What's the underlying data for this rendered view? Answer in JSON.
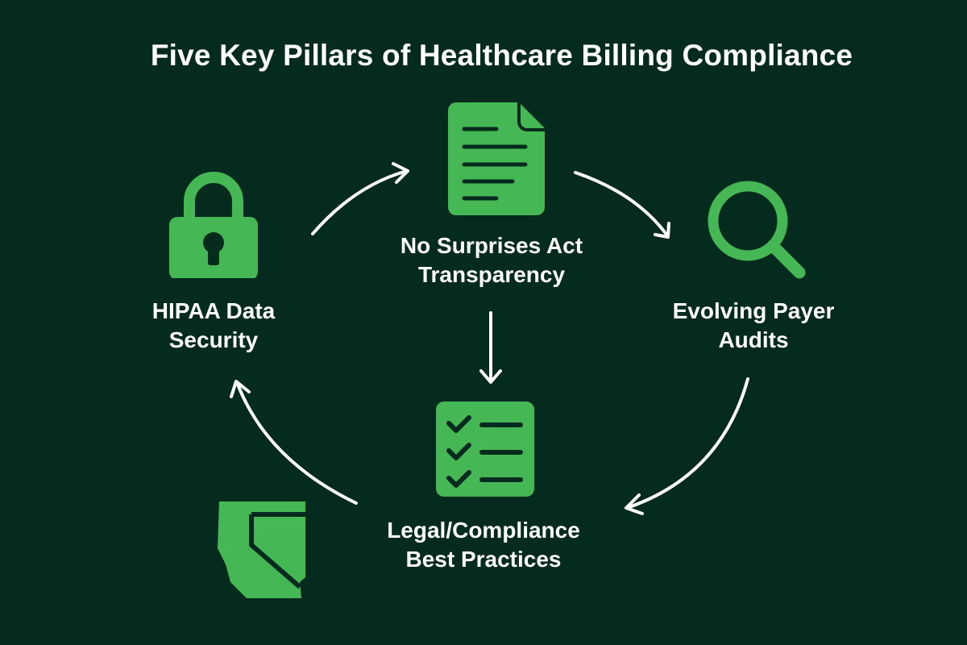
{
  "title": "Five Key Pillars of Healthcare Billing Compliance",
  "colors": {
    "background": "#042b1e",
    "icon_green": "#45b754",
    "text": "#ffffff",
    "arrows": "#ffffff"
  },
  "pillars": [
    {
      "id": "hipaa",
      "icon": "padlock-icon",
      "line1": "HIPAA Data",
      "line2": "Security"
    },
    {
      "id": "nsa",
      "icon": "document-icon",
      "line1": "No Surprises Act",
      "line2": "Transparency"
    },
    {
      "id": "audits",
      "icon": "magnifier-icon",
      "line1": "Evolving Payer",
      "line2": "Audits"
    },
    {
      "id": "legal",
      "icon": "checklist-icon",
      "line1": "Legal/Compliance",
      "line2": "Best Practices"
    }
  ],
  "extra_icon": "state-map-icon",
  "flow": [
    "HIPAA Data Security -> No Surprises Act Transparency",
    "No Surprises Act Transparency -> Evolving Payer Audits",
    "No Surprises Act Transparency -> Legal/Compliance Best Practices",
    "Evolving Payer Audits -> Legal/Compliance Best Practices",
    "Legal/Compliance Best Practices -> HIPAA Data Security"
  ]
}
